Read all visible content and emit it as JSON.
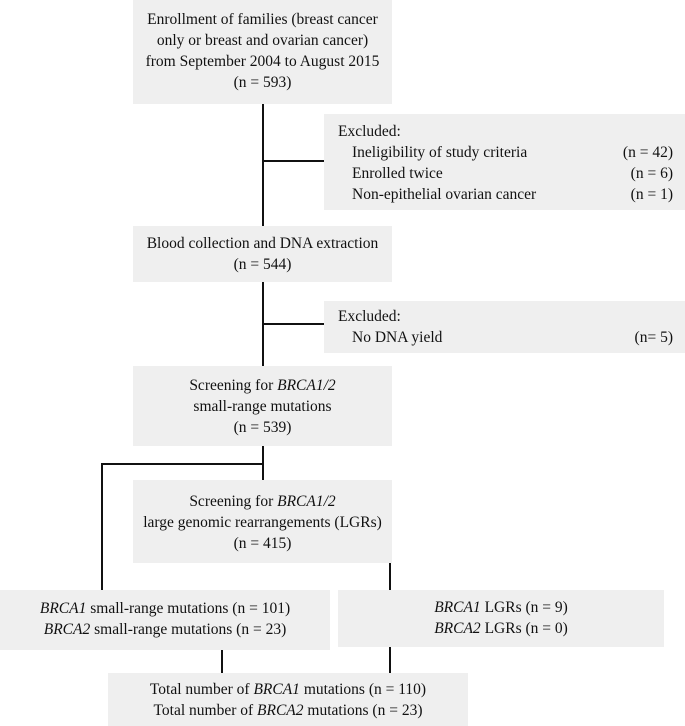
{
  "enrollment": {
    "line1": "Enrollment of families (breast cancer",
    "line2": "only or breast and ovarian cancer)",
    "line3": "from September 2004 to August 2015",
    "count": "(n = 593)"
  },
  "excluded1": {
    "title": "Excluded:",
    "items": [
      {
        "label": "Ineligibility of study criteria",
        "count": "(n = 42)"
      },
      {
        "label": "Enrolled twice",
        "count": "(n = 6)"
      },
      {
        "label": "Non-epithelial ovarian cancer",
        "count": "(n = 1)"
      }
    ]
  },
  "blood": {
    "line1": "Blood collection and DNA extraction",
    "count": "(n = 544)"
  },
  "excluded2": {
    "title": "Excluded:",
    "items": [
      {
        "label": "No DNA yield",
        "count": "(n= 5)"
      }
    ]
  },
  "screen_small": {
    "prefix": "Screening for ",
    "gene": "BRCA1/2",
    "line2": "small-range mutations",
    "count": "(n = 539)"
  },
  "screen_lgr": {
    "prefix": "Screening for ",
    "gene": "BRCA1/2",
    "line2": "large genomic rearrangements (LGRs)",
    "count": "(n = 415)"
  },
  "small_results": {
    "gene1": "BRCA1",
    "text1": " small-range mutations (n = 101)",
    "gene2": "BRCA2",
    "text2": " small-range mutations (n = 23)"
  },
  "lgr_results": {
    "gene1": "BRCA1",
    "text1": " LGRs (n = 9)",
    "gene2": "BRCA2",
    "text2": " LGRs (n = 0)"
  },
  "total": {
    "prefix": "Total number of ",
    "gene1": "BRCA1",
    "suffix1": " mutations (n = 110)",
    "gene2": "BRCA2",
    "suffix2": " mutations (n = 23)"
  }
}
